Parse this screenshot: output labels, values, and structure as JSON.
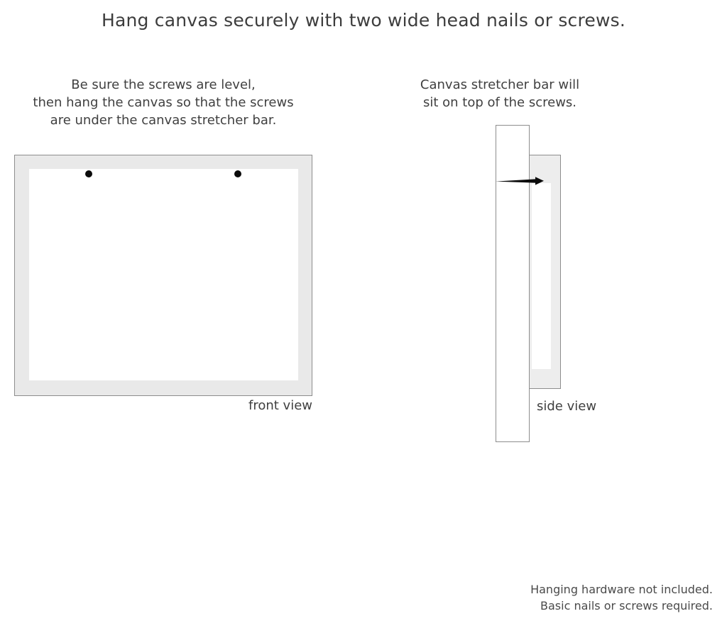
{
  "headline": "Hang canvas securely with two wide head nails or screws.",
  "captions": {
    "left": [
      "Be sure the screws are level,",
      "then hang the canvas so that the screws",
      "are under the canvas stretcher bar."
    ],
    "right": [
      "Canvas stretcher bar will",
      "sit on top of the screws."
    ]
  },
  "front_view": {
    "label": "front view",
    "screws": [
      {
        "name": "screw-left"
      },
      {
        "name": "screw-right"
      }
    ]
  },
  "side_view": {
    "label": "side view"
  },
  "footer": [
    "Hanging hardware not included.",
    "Basic nails or screws required."
  ],
  "colors": {
    "background": "#ffffff",
    "text": "#3d3d3d",
    "frame_fill": "#e9e9e9",
    "frame_border": "#8d8d8d",
    "canvas_inner": "#ffffff",
    "screw": "#0b0b0b"
  }
}
